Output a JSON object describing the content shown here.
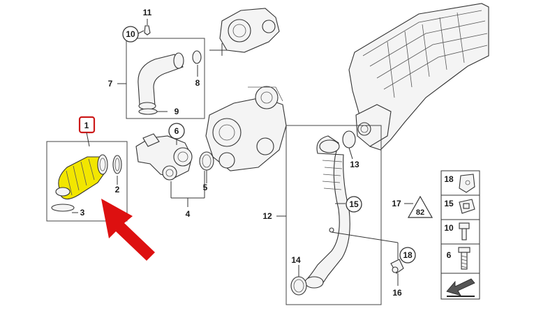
{
  "colors": {
    "highlight_part": "#f2e600",
    "highlight_box": "#cc1a1a",
    "arrow": "#dd1010",
    "line": "#333333"
  },
  "labels": {
    "p1": "1",
    "p2": "2",
    "p3": "3",
    "p4": "4",
    "p5": "5",
    "p6": "6",
    "p7": "7",
    "p8": "8",
    "p9": "9",
    "p10": "10",
    "p11": "11",
    "p12": "12",
    "p13": "13",
    "p14": "14",
    "p15": "15",
    "p16": "16",
    "p17": "17",
    "p18": "18"
  },
  "legend": {
    "items": [
      {
        "label": "18",
        "icon": "clip-icon"
      },
      {
        "label": "15",
        "icon": "nut-clip-icon"
      },
      {
        "label": "10",
        "icon": "hex-bolt-icon"
      },
      {
        "label": "6",
        "icon": "screw-icon"
      },
      {
        "label": "",
        "icon": "arrow-down-left-icon"
      }
    ]
  },
  "warning_label": {
    "text": "82"
  },
  "highlighted_part": "1"
}
